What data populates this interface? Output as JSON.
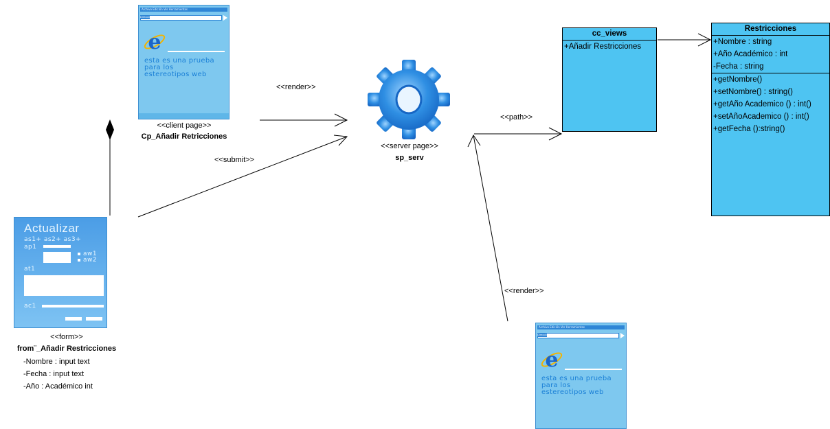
{
  "client_page": {
    "stereotype": "<<client page>>",
    "name": "Cp_Añadir Retricciones",
    "screen": {
      "menubar": "Archivo  Edición  Ver  Herramientas",
      "address_label": "Dirección",
      "text_lines": [
        "esta es una prueba",
        "para los",
        "estereotipos web"
      ]
    }
  },
  "server_page": {
    "stereotype": "<<server page>>",
    "name": "sp_serv",
    "icon": "gear-icon",
    "color": "#2c8fe0"
  },
  "form": {
    "title": "Actualizar",
    "row1": "as1+  as2+  as3+",
    "row2": "ap1",
    "radio1": "aw1",
    "radio2": "aw2",
    "row3": "at1",
    "row4": "ac1",
    "stereotype": "<<form>>",
    "name": "from¨_Añadir Restricciones",
    "attributes": [
      "-Nombre : input text",
      "-Fecha : input text",
      "-Año : Académico int"
    ]
  },
  "second_page": {
    "screen": {
      "menubar": "Archivo  Edición  Ver  Herramientas",
      "address_label": "Dirección",
      "text_lines": [
        "esta es una prueba",
        "para los",
        "estereotipos web"
      ]
    }
  },
  "cc_views": {
    "name": "cc_views",
    "operations": [
      "+Añadir Restricciones"
    ],
    "color": "#4ec4f2"
  },
  "restricciones": {
    "name": "Restricciones",
    "attributes": [
      "+Nombre : string",
      "+Año Académico : int",
      "-Fecha : string"
    ],
    "operations": [
      "+getNombre()",
      "+setNombre() : string()",
      "+getAño Academico () : int()",
      "+setAñoAcademico () : int()",
      "+getFecha ():string()"
    ],
    "color": "#4ec4f2"
  },
  "connectors": {
    "render_top": "<<render>>",
    "submit": "<<submit>>",
    "path": "<<path>>",
    "render_bottom": "<<render>>"
  }
}
